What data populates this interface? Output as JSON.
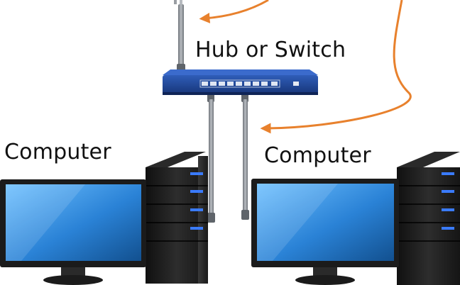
{
  "labels": {
    "hub": "Hub or Switch",
    "computer_left": "Computer",
    "computer_right": "Computer"
  },
  "colors": {
    "arrow": "#e8812d",
    "switch_body": "#1d3f8e",
    "cable": "#8f949a",
    "tower": "#1e1e1e",
    "screen": "#2a7fd2",
    "tower_led": "#3a7bff"
  },
  "icons": {
    "switch": "network-switch-icon",
    "computer": "desktop-computer-icon"
  }
}
